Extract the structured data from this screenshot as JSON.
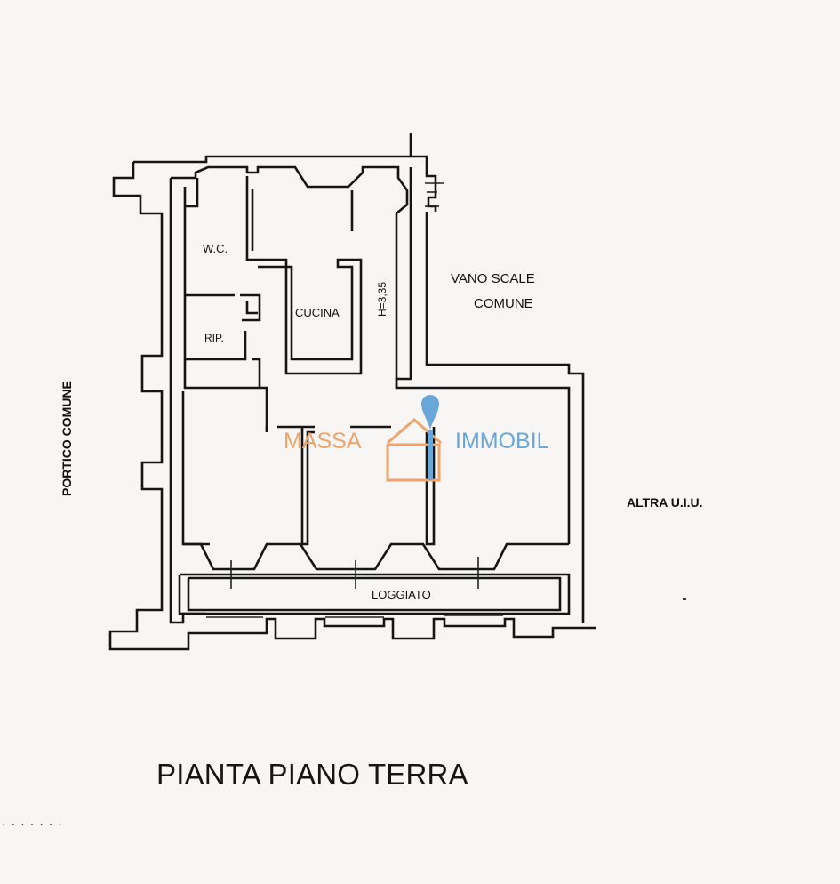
{
  "plan": {
    "title": "PIANTA PIANO TERRA",
    "rooms": {
      "wc": "W.C.",
      "rip": "RIP.",
      "cucina": "CUCINA",
      "height_note": "H=3,35",
      "vano_scale_line1": "VANO SCALE",
      "vano_scale_line2": "COMUNE",
      "portico": "PORTICO COMUNE",
      "altra": "ALTRA U.I.U.",
      "loggiato": "LOGGIATO"
    }
  },
  "watermark": {
    "left": "MASSA",
    "right": "IMMOBIL",
    "color_left": "#f0a46a",
    "color_right": "#6aa7d9"
  },
  "footer": {
    "dots": "· · · · · · ·"
  }
}
